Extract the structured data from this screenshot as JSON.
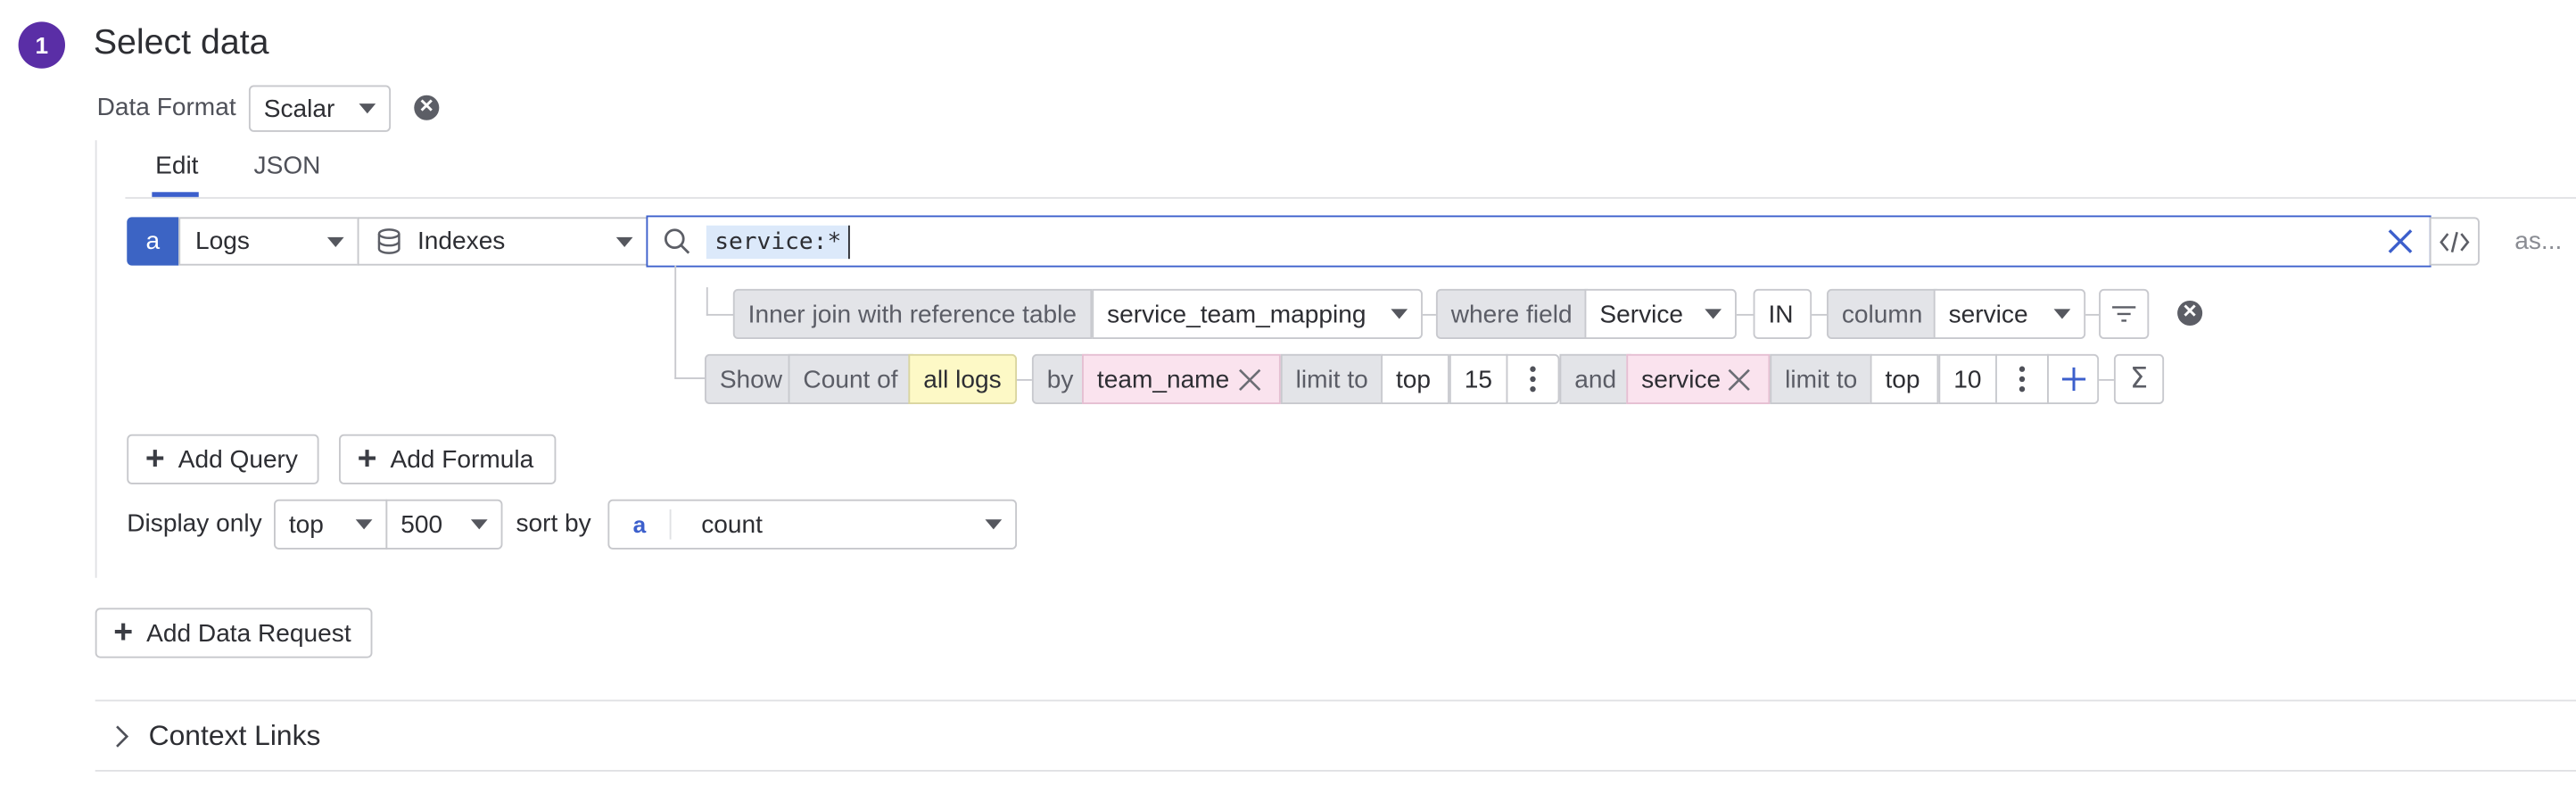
{
  "step": {
    "number": "1",
    "title": "Select data"
  },
  "data_format": {
    "label": "Data Format",
    "value": "Scalar"
  },
  "tabs": [
    {
      "label": "Edit",
      "active": true
    },
    {
      "label": "JSON",
      "active": false
    }
  ],
  "query": {
    "letter": "a",
    "source": "Logs",
    "index": "Indexes",
    "search_value": "service:*",
    "alias": "as..."
  },
  "join": {
    "label": "Inner join with reference table",
    "table": "service_team_mapping",
    "where_label": "where field",
    "field": "Service",
    "operator": "IN",
    "column_label": "column",
    "column": "service"
  },
  "aggregation": {
    "show": "Show",
    "count_of": "Count of",
    "measure": "all logs",
    "by": "by",
    "group1": "team_name",
    "limit1_label": "limit to",
    "limit1_dir": "top",
    "limit1_value": "15",
    "and": "and",
    "group2": "service",
    "limit2_label": "limit to",
    "limit2_dir": "top",
    "limit2_value": "10"
  },
  "buttons": {
    "add_query": "Add Query",
    "add_formula": "Add Formula",
    "add_data_request": "Add Data Request"
  },
  "display": {
    "label": "Display only",
    "dir": "top",
    "limit": "500",
    "sort_label": "sort by",
    "sort_letter": "a",
    "sort_value": "count"
  },
  "context_links": "Context Links",
  "colors": {
    "accent": "#3c5fcc",
    "step": "#5a2ea6",
    "query_badge": "#3c64c4"
  }
}
